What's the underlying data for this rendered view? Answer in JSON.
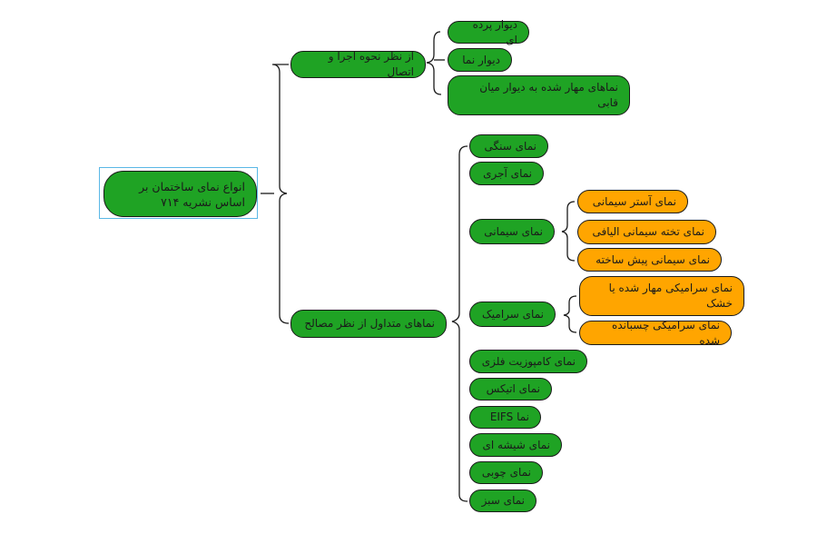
{
  "root": {
    "label": "انواع نمای ساختمان بر اساس نشریه ۷۱۴"
  },
  "branch_construction": {
    "label": "از نظر نحوه اجرا و اتصال",
    "children": [
      "دیوار پرده ای",
      "دیوار نما",
      "نماهای مهار شده به دیوار میان قابی"
    ]
  },
  "branch_materials": {
    "label": "نماهای متداول از نظر مصالح",
    "children": {
      "stone": "نمای سنگی",
      "brick": "نمای آجری",
      "cement": {
        "label": "نمای سیمانی",
        "children": [
          "نمای آستر سیمانی",
          "نمای تخته سیمانی الیافی",
          "نمای سیمانی پیش ساخته"
        ]
      },
      "ceramic": {
        "label": "نمای سرامیک",
        "children": [
          "نمای سرامیکی مهار شده یا خشک",
          "نمای سرامیکی چسبانده شده"
        ]
      },
      "metal_composite": "نمای کامپوزیت فلزی",
      "atics": "نمای اتیکس",
      "eifs": "نما EIFS",
      "glass": "نمای شیشه ای",
      "wood": "نمای چوبی",
      "green": "نمای سبز"
    }
  },
  "colors": {
    "primary_node": "#1fa324",
    "secondary_node": "#ffa500",
    "connector": "#1a1a1a",
    "selection": "#5ab8e6"
  }
}
